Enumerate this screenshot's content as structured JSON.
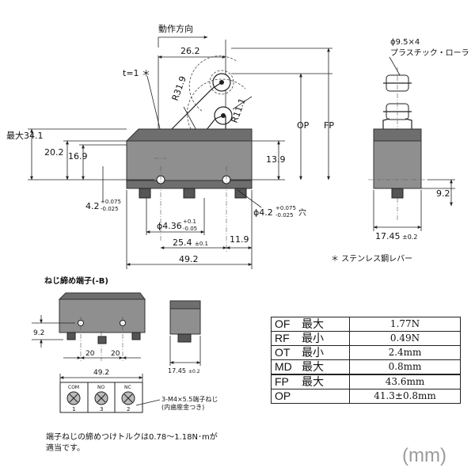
{
  "main_view": {
    "direction_label": "動作方向",
    "t_label": "t=1 ＊",
    "dim_26_2": "26.2",
    "dim_r31_9": "R31.9",
    "dim_r11_1": "R11.1",
    "dim_max_34_1": "最大34.1",
    "dim_20_2": "20.2",
    "dim_16_9": "16.9",
    "dim_13_9": "13.9",
    "op_label": "OP",
    "fp_label": "FP",
    "hole_left_main": "4.2",
    "hole_left_tol_upper": "+0.075",
    "hole_left_tol_lower": "-0.025",
    "hole_right_main": "ϕ4.2",
    "hole_right_tol_upper": "+0.075",
    "hole_right_tol_lower": "-0.025",
    "hole_right_suffix": "穴",
    "dim_4_36_main": "ϕ4.36",
    "dim_4_36_tol_upper": "+0.1",
    "dim_4_36_tol_lower": "-0.05",
    "dim_25_4_main": "25.4",
    "dim_25_4_tol": "±0.1",
    "dim_11_9": "11.9",
    "dim_49_2": "49.2",
    "stainless_note": "＊ ステンレス鋼レバー"
  },
  "side_view": {
    "roller_label_line1": "ϕ9.5×4",
    "roller_label_line2": "プラスチック・ローラ",
    "dim_9_2": "9.2",
    "dim_17_45_main": "17.45",
    "dim_17_45_tol": "±0.2"
  },
  "terminal_view": {
    "title": "ねじ締め端子(-B)",
    "dim_9_2": "9.2",
    "dim_20_a": "20",
    "dim_20_b": "20",
    "dim_49_2": "49.2",
    "side_dim_main": "17.45",
    "side_dim_tol": "±0.2",
    "terminals": [
      {
        "name": "COM",
        "number": "1"
      },
      {
        "name": "NO",
        "number": "3"
      },
      {
        "name": "NC",
        "number": "2"
      }
    ],
    "screw_note_line1": "3-M4×5.5端子ねじ",
    "screw_note_line2": "(内歯座金つき)",
    "torque_note_line1": "端子ねじの締めつけトルクは0.78～1.18N･mが",
    "torque_note_line2": "適当です。"
  },
  "spec_table": {
    "rows": [
      {
        "code": "OF",
        "qualifier": "最大",
        "value": "1.77N"
      },
      {
        "code": "RF",
        "qualifier": "最小",
        "value": "0.49N"
      },
      {
        "code": "OT",
        "qualifier": "最小",
        "value": "2.4mm"
      },
      {
        "code": "MD",
        "qualifier": "最大",
        "value": "0.8mm"
      },
      {
        "code": "FP",
        "qualifier": "最大",
        "value": "43.6mm"
      },
      {
        "code": "OP",
        "qualifier": "",
        "value": "41.3±0.8mm"
      }
    ]
  },
  "unit_label": "(mm)"
}
